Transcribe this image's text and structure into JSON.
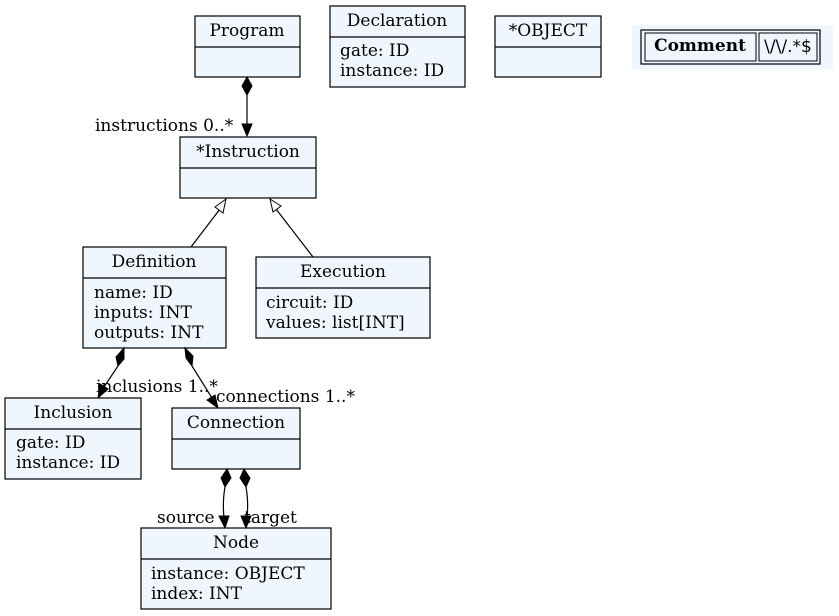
{
  "classes": {
    "program": {
      "name": "Program",
      "attrs": []
    },
    "declaration": {
      "name": "Declaration",
      "attrs": [
        "gate: ID",
        "instance: ID"
      ]
    },
    "object": {
      "name": "*OBJECT",
      "attrs": []
    },
    "instruction": {
      "name": "*Instruction",
      "attrs": []
    },
    "definition": {
      "name": "Definition",
      "attrs": [
        "name: ID",
        "inputs: INT",
        "outputs: INT"
      ]
    },
    "execution": {
      "name": "Execution",
      "attrs": [
        "circuit: ID",
        "values: list[INT]"
      ]
    },
    "inclusion": {
      "name": "Inclusion",
      "attrs": [
        "gate: ID",
        "instance: ID"
      ]
    },
    "connection": {
      "name": "Connection",
      "attrs": []
    },
    "node": {
      "name": "Node",
      "attrs": [
        "instance: OBJECT",
        "index: INT"
      ]
    }
  },
  "comment": {
    "label": "Comment",
    "pattern": "\\/\\/.*$"
  },
  "edges": {
    "instructions": "instructions 0..*",
    "inclusions": "inclusions 1..*",
    "connections": "connections 1..*",
    "source": "source",
    "target": "target"
  },
  "colors": {
    "class_fill": "#f0f6fe",
    "stroke": "#000000",
    "comment_bg": "#f0f6fe"
  }
}
